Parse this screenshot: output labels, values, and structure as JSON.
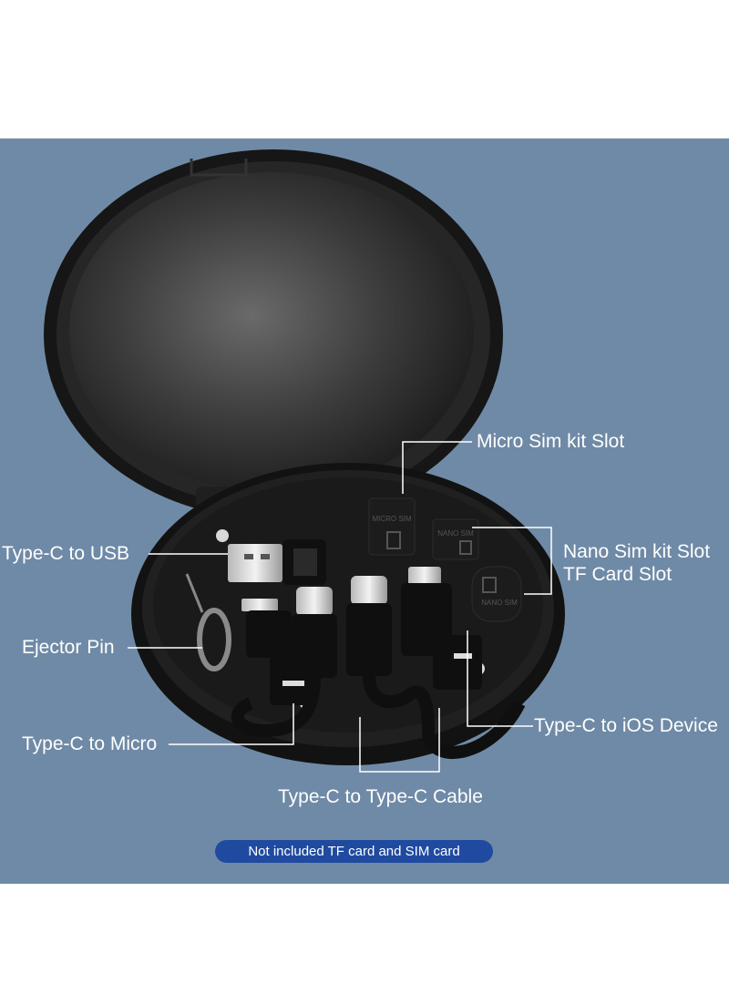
{
  "labels": {
    "micro_sim_kit_slot": "Micro Sim kit Slot",
    "nano_sim_kit_slot": "Nano Sim kit Slot",
    "tf_card_slot": "TF Card Slot",
    "type_c_to_usb": "Type-C  to  USB",
    "ejector_pin": "Ejector Pin",
    "type_c_to_micro": "Type-C to Micro",
    "type_c_to_ios": "Type-C to iOS Device",
    "type_c_to_type_c": "Type-C to Type-C Cable"
  },
  "note": "Not included TF card and SIM card",
  "slot_markings": {
    "micro_sim": "MICRO SIM",
    "nano_sim_1": "NANO SIM",
    "nano_sim_2": "NANO SIM"
  },
  "colors": {
    "background": "#6f8aa6",
    "case": "#1a1a1a",
    "label_text": "#ffffff",
    "note_badge": "#1f4aa0"
  }
}
